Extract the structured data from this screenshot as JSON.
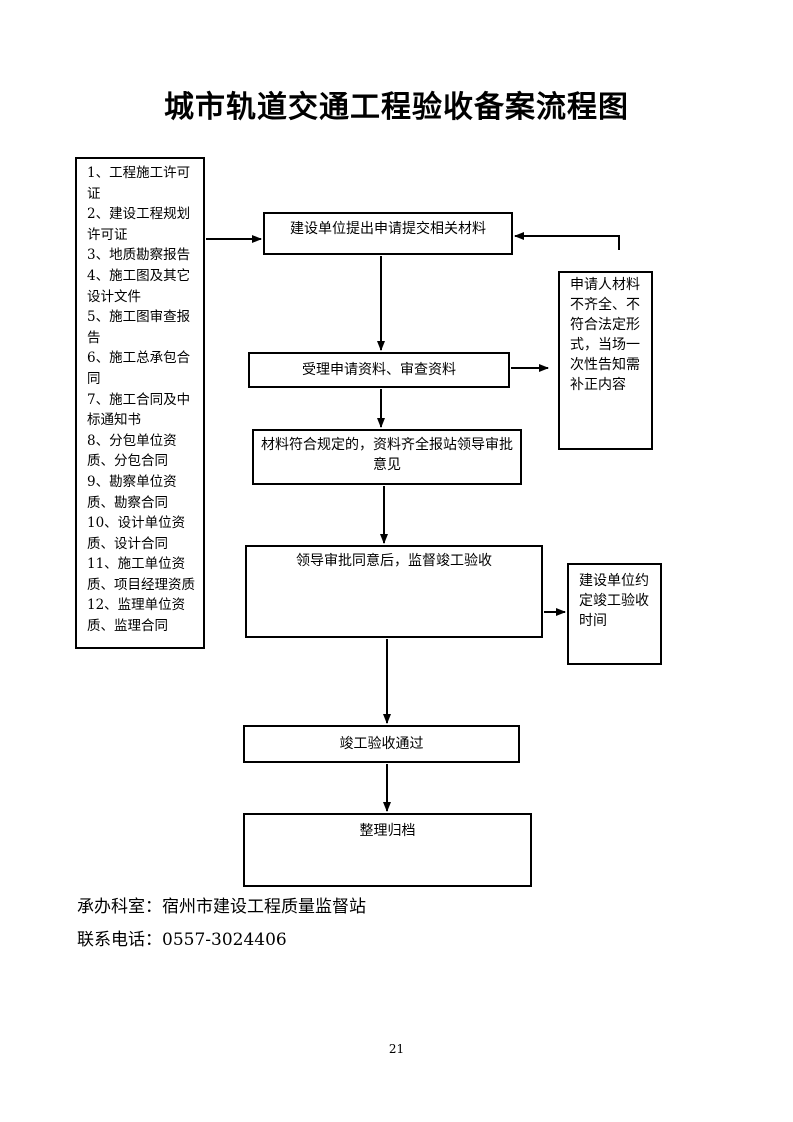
{
  "title": "城市轨道交通工程验收备案流程图",
  "requirements": [
    "1、工程施工许可证",
    "2、建设工程规划许可证",
    "3、地质勘察报告",
    "4、施工图及其它设计文件",
    "5、施工图审查报告",
    "6、施工总承包合同",
    "7、施工合同及中标通知书",
    "8、分包单位资质、分包合同",
    "9、勘察单位资质、勘察合同",
    "10、设计单位资质、设计合同",
    "11、施工单位资质、项目经理资质",
    "12、监理单位资质、监理合同"
  ],
  "steps": {
    "submit": "建设单位提出申请提交相关材料",
    "accept": "受理申请资料、审查资料",
    "review": "材料符合规定的，资料齐全报站领导审批意见",
    "inspect": "领导审批同意后，监督竣工验收",
    "passed": "竣工验收通过",
    "archive": "整理归档"
  },
  "side_notes": {
    "incomplete": "申请人材料不齐全、不符合法定形式，当场一次性告知需补正内容",
    "schedule": "建设单位约定竣工验收时间"
  },
  "footer": {
    "office": "承办科室：宿州市建设工程质量监督站",
    "phone": "联系电话：0557-3024406"
  },
  "page_number": "21"
}
